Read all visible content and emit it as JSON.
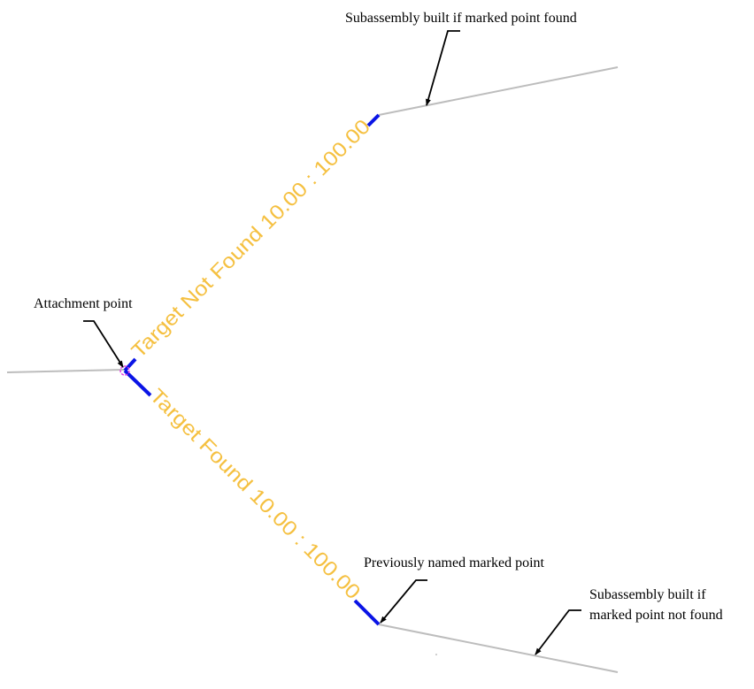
{
  "labels": {
    "found_branch_top": "Subassembly built if marked point found",
    "attachment": "Attachment point",
    "previously_named": "Previously named marked point",
    "not_found_line1": "Subassembly built if",
    "not_found_line2": "marked point not found"
  },
  "targets": {
    "not_found": "Target Not Found  10.00 : 100.00",
    "found": "Target Found  10.00 : 100.00"
  },
  "colors": {
    "target_text": "#f5c040",
    "blue_segment": "#0a14e6",
    "gray_line": "#bdbdbd",
    "attachment_marker": "#e040e0"
  }
}
